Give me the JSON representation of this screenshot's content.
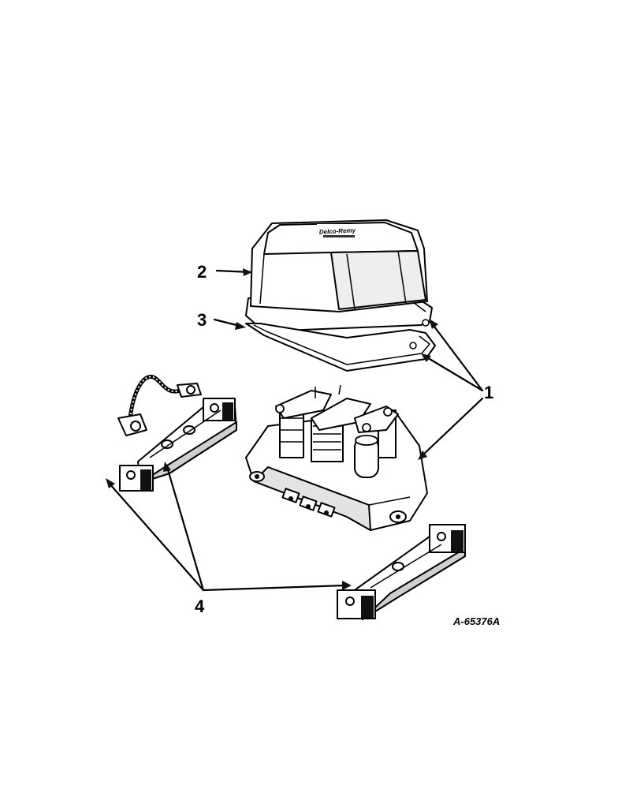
{
  "callouts": {
    "c1": "1",
    "c2": "2",
    "c3": "3",
    "c4": "4"
  },
  "part_number": "A-65376A",
  "cover_logo": "Delco-Remy"
}
